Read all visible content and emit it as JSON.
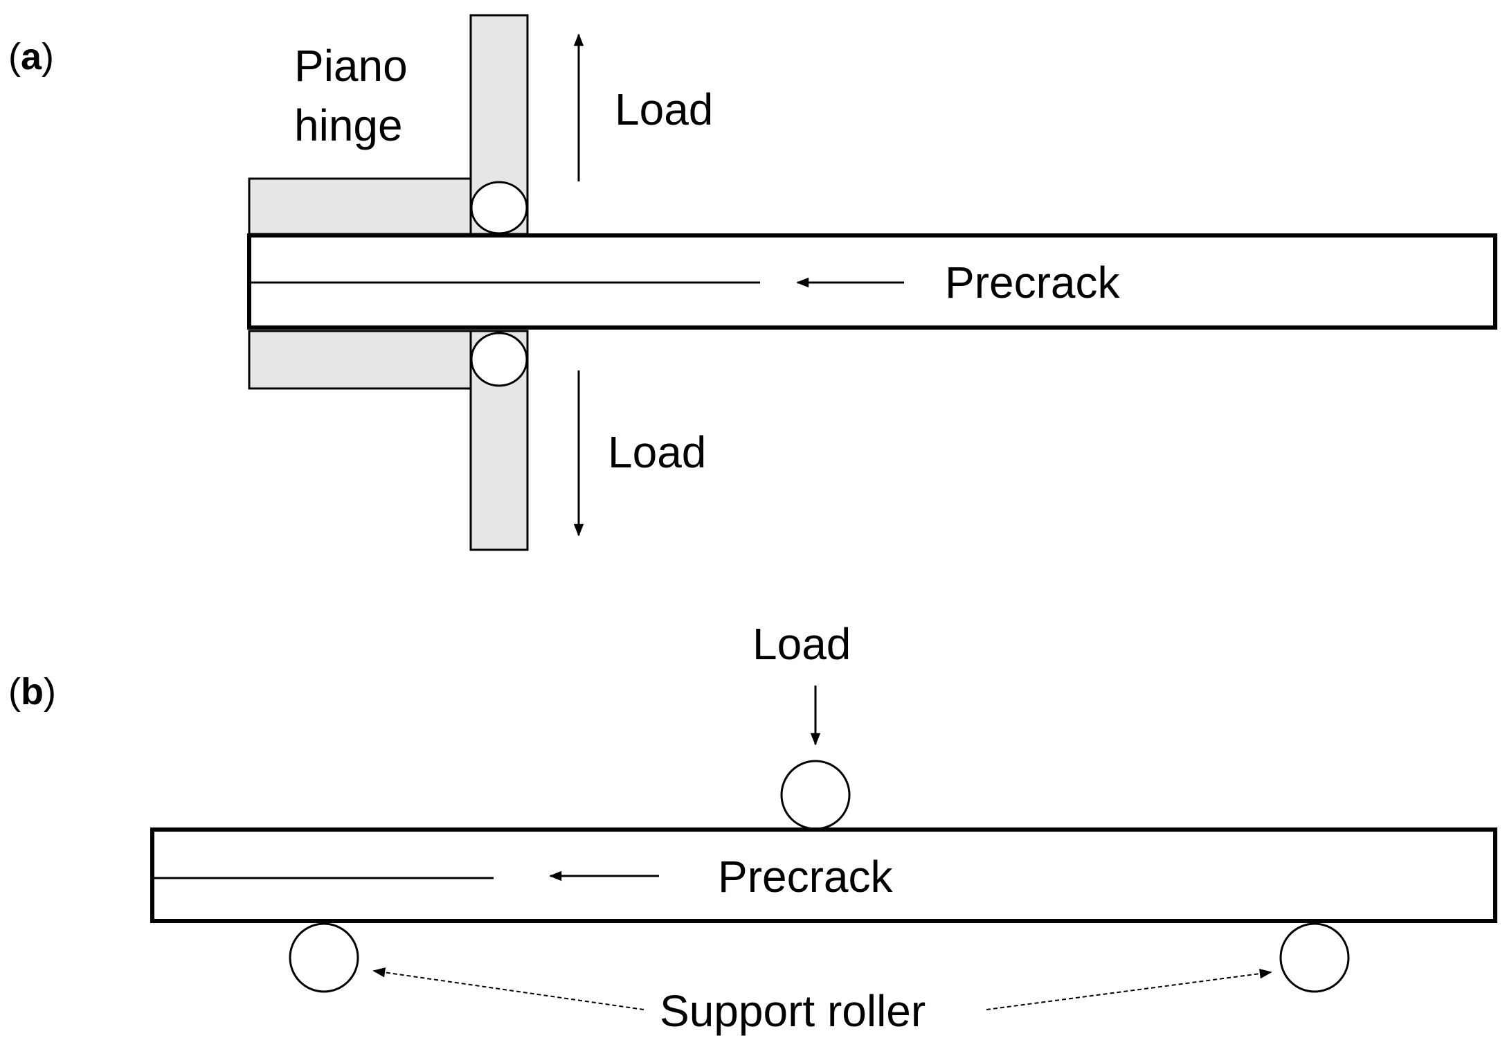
{
  "panels": [
    {
      "id": "a",
      "open": "(",
      "letter": "a",
      "close": ")"
    },
    {
      "id": "b",
      "open": "(",
      "letter": "b",
      "close": ")"
    }
  ],
  "panel_a": {
    "hinge_label_line1": "Piano",
    "hinge_label_line2": "hinge",
    "load_top": "Load",
    "load_bottom": "Load",
    "precrack": "Precrack"
  },
  "panel_b": {
    "load": "Load",
    "precrack": "Precrack",
    "support": "Support roller"
  },
  "colors": {
    "hinge_fill": "#e6e6e6",
    "stroke": "#000000",
    "background": "#ffffff"
  }
}
